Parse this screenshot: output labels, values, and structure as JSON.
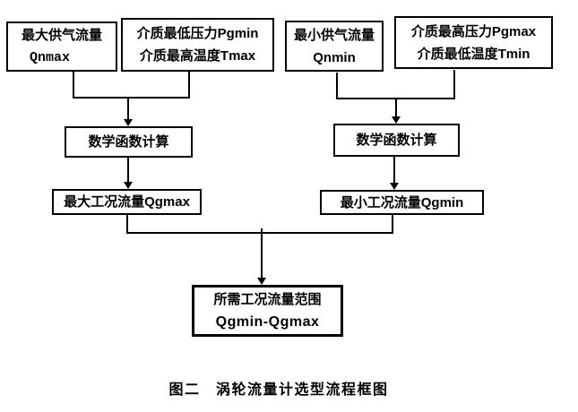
{
  "diagram": {
    "caption": "图二　涡轮流量计选型流程框图",
    "boxes": {
      "max_supply": {
        "line1": "最大供气流量",
        "line2": "Qnmax"
      },
      "medium_min_p_max_t": {
        "line1": "介质最低压力Pgmin",
        "line2": "介质最高温度Tmax"
      },
      "min_supply": {
        "line1": "最小供气流量",
        "line2": "Qnmin"
      },
      "medium_max_p_min_t": {
        "line1": "介质最高压力Pgmax",
        "line2": "介质最低温度Tmin"
      },
      "math_left": {
        "label": "数学函数计算"
      },
      "math_right": {
        "label": "数学函数计算"
      },
      "qgmax": {
        "label": "最大工况流量Qgmax"
      },
      "qgmin": {
        "label": "最小工况流量Qgmin"
      },
      "result": {
        "line1": "所需工况流量范围",
        "line2": "Qgmin-Qgmax"
      }
    },
    "colors": {
      "line": "#000000",
      "background": "#ffffff",
      "text": "#000000"
    }
  }
}
